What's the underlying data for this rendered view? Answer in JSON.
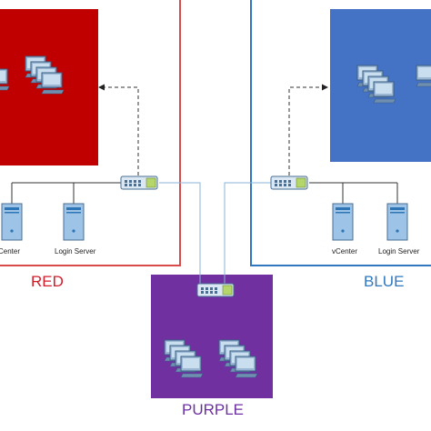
{
  "zones": {
    "red": {
      "label": "RED",
      "color": "#c00000"
    },
    "blue": {
      "label": "BLUE",
      "color": "#4472c4"
    },
    "purple": {
      "label": "PURPLE",
      "color": "#7030a0"
    }
  },
  "servers": {
    "red": {
      "vcenter_label": "vCenter",
      "login_label": "Login Server"
    },
    "blue": {
      "vcenter_label": "vCenter",
      "login_label": "Login Server"
    }
  },
  "icons": {
    "switch": "network-switch-icon",
    "workstations": "workstation-cluster-icon",
    "server": "server-tower-icon"
  }
}
